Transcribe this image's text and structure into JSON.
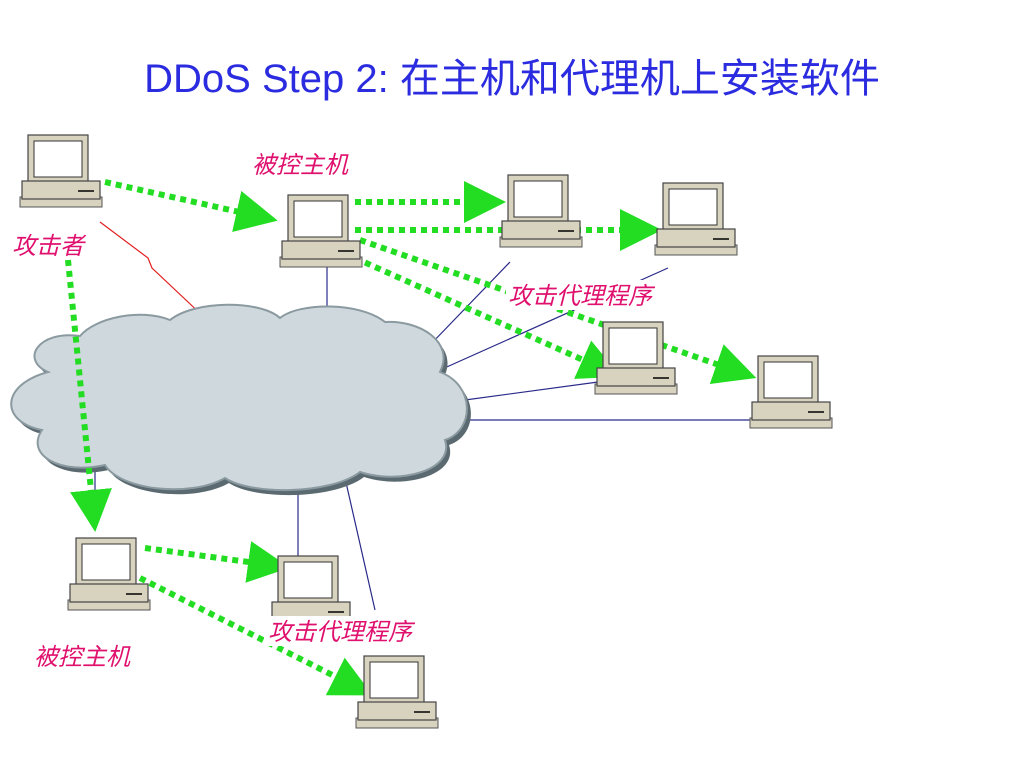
{
  "title": {
    "prefix": "DDoS Step 2: ",
    "text": "在主机和代理机上安装软件",
    "color": "#2b2be0"
  },
  "labels": {
    "attacker": "攻击者",
    "master_top": "被控主机",
    "master_bottom": "被控主机",
    "agent_program_top": "攻击代理程序",
    "agent_program_bottom": "攻击代理程序"
  },
  "colors": {
    "label": "#e0106e",
    "arrow": "#22dd22",
    "link": "#2a2a8a",
    "attack_link": "#e02020",
    "cloud_fill": "#cfd8dc",
    "computer": "#d8d3bf"
  },
  "icons": [
    "computer-icon",
    "network-cloud-icon"
  ]
}
